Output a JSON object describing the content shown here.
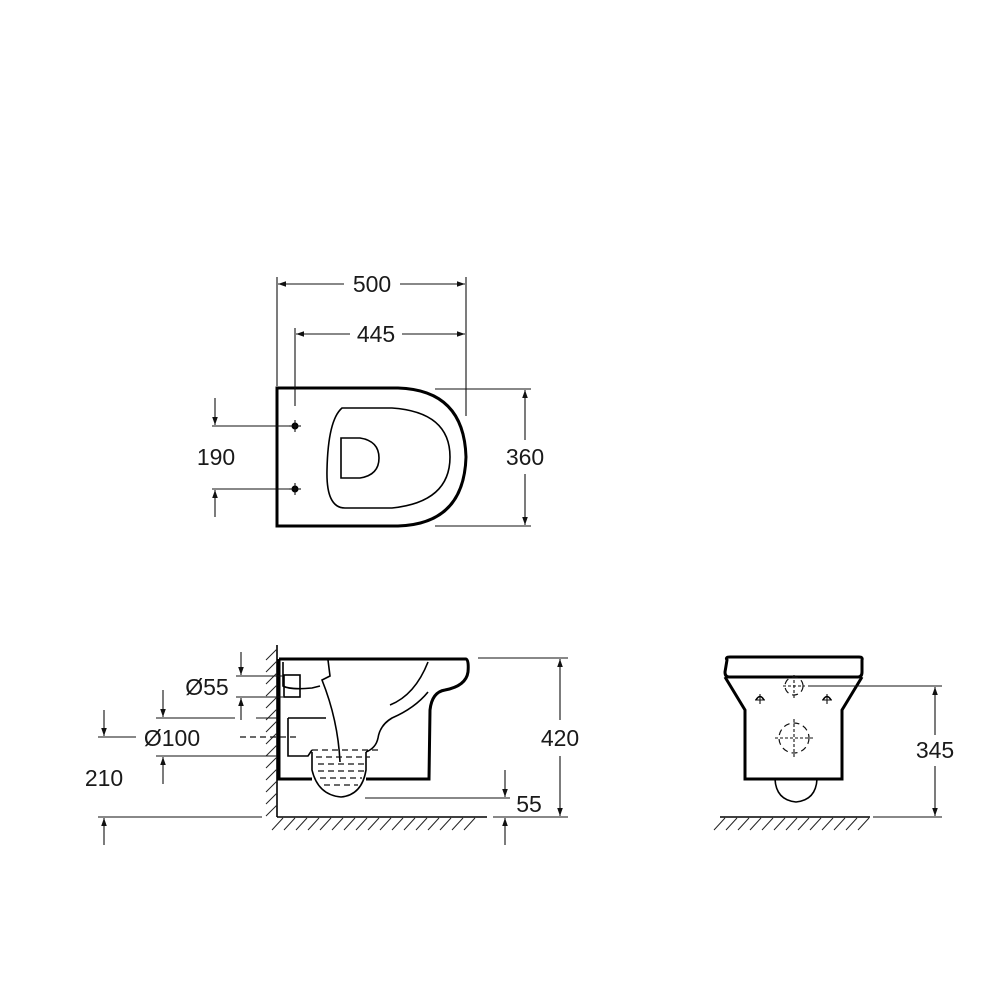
{
  "drawing": {
    "subject": "Wall-hung toilet technical dimension drawing",
    "units": "mm",
    "views": {
      "top": {
        "name": "Top view",
        "dimensions": {
          "overall_length": "500",
          "fixing_to_front": "445",
          "fixing_spacing": "190",
          "width": "360"
        }
      },
      "side": {
        "name": "Side view",
        "dimensions": {
          "inlet_diameter": "Ø55",
          "outlet_diameter": "Ø100",
          "outlet_height": "210",
          "rim_height": "420",
          "bottom_clearance": "55"
        }
      },
      "rear": {
        "name": "Rear view",
        "dimensions": {
          "inlet_height": "345"
        }
      }
    },
    "colors": {
      "line": "#000000",
      "background": "#ffffff"
    }
  }
}
